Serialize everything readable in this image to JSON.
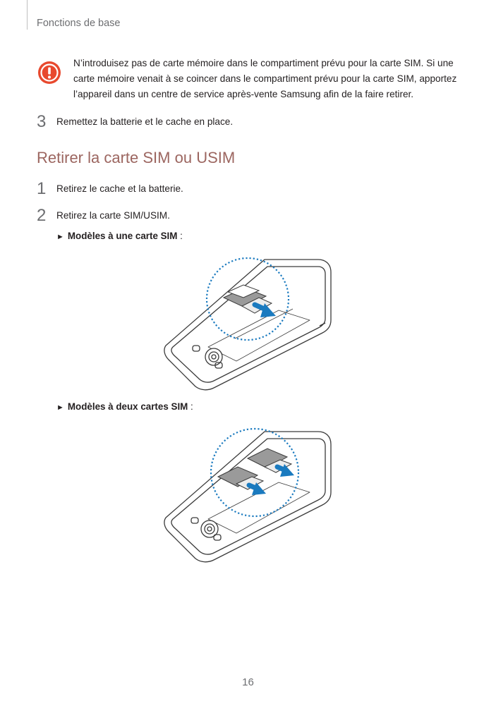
{
  "header": {
    "section": "Fonctions de base"
  },
  "caution": {
    "icon": "exclamation-warning-icon",
    "color": "#e8492e",
    "text": "N’introduisez pas de carte mémoire dans le compartiment prévu pour la carte SIM. Si une carte mémoire venait à se coincer dans le compartiment prévu pour la carte SIM, apportez l’appareil dans un centre de service après-vente Samsung afin de la faire retirer."
  },
  "step_top": {
    "number": "3",
    "text": "Remettez la batterie et le cache en place."
  },
  "section": {
    "title": "Retirer la carte SIM ou USIM",
    "steps": [
      {
        "number": "1",
        "text": "Retirez le cache et la batterie."
      },
      {
        "number": "2",
        "text": "Retirez la carte SIM/USIM."
      }
    ],
    "single_sim": {
      "arrow": "►",
      "label": "Modèles à une carte SIM",
      "suffix": " :"
    },
    "dual_sim": {
      "arrow": "►",
      "label": "Modèles à deux cartes SIM",
      "suffix": " :"
    }
  },
  "accent_colors": {
    "heading": "#9c6660",
    "arrow": "#1a7abf",
    "dotted_circle": "#1a7abf"
  },
  "page_number": "16"
}
